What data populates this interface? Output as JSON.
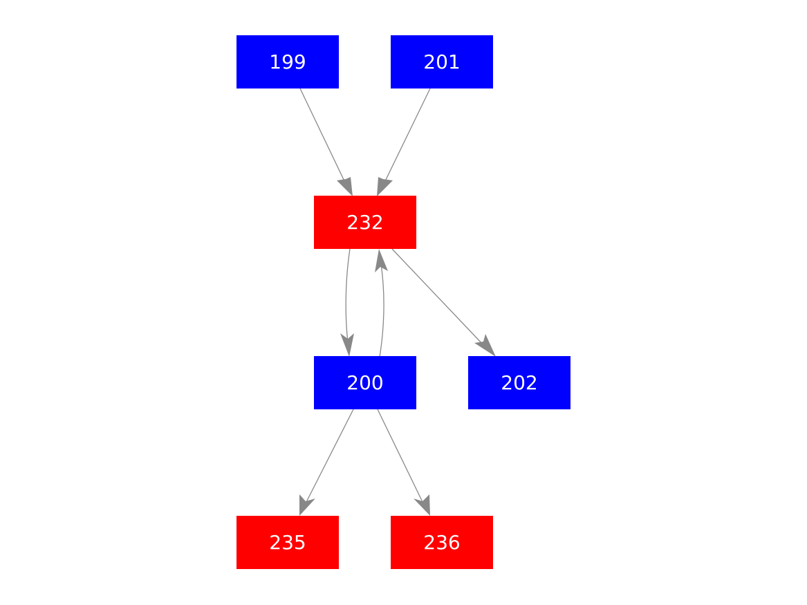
{
  "colors": {
    "blue_node": "#0000ff",
    "red_node": "#ff0000",
    "edge": "#888888",
    "label": "#ffffff"
  },
  "nodes": {
    "n199": {
      "label": "199",
      "color": "#0000ff"
    },
    "n201": {
      "label": "201",
      "color": "#0000ff"
    },
    "n232": {
      "label": "232",
      "color": "#ff0000"
    },
    "n200": {
      "label": "200",
      "color": "#0000ff"
    },
    "n202": {
      "label": "202",
      "color": "#0000ff"
    },
    "n235": {
      "label": "235",
      "color": "#ff0000"
    },
    "n236": {
      "label": "236",
      "color": "#ff0000"
    }
  },
  "edges": [
    {
      "from": "199",
      "to": "232"
    },
    {
      "from": "201",
      "to": "232"
    },
    {
      "from": "232",
      "to": "200"
    },
    {
      "from": "200",
      "to": "232"
    },
    {
      "from": "232",
      "to": "202"
    },
    {
      "from": "200",
      "to": "235"
    },
    {
      "from": "200",
      "to": "236"
    }
  ]
}
